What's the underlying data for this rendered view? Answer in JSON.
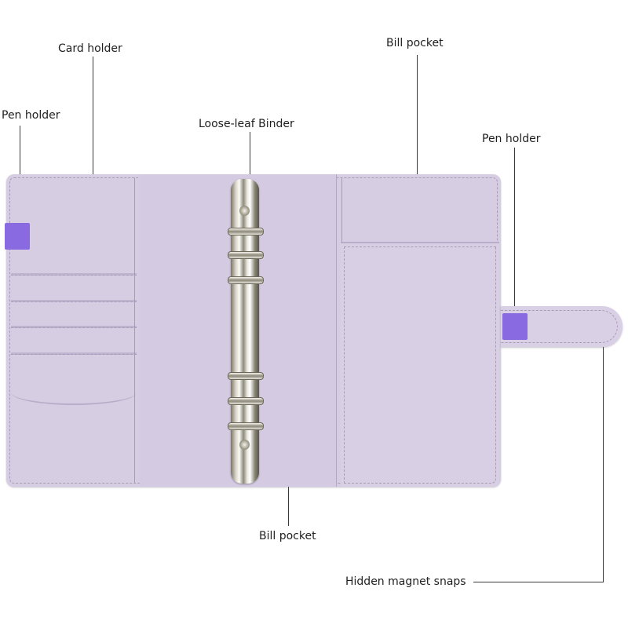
{
  "annotations": {
    "card_holder": "Card holder",
    "pen_holder_left": "Pen holder",
    "loose_leaf_binder": "Loose-leaf Binder",
    "bill_pocket_top": "Bill pocket",
    "pen_holder_right": "Pen holder",
    "bill_pocket_bottom": "Bill pocket",
    "hidden_magnet_snaps": "Hidden magnet snaps"
  },
  "product": {
    "color": "#d6cde3",
    "accent": "#8a6ae0",
    "ring_count": 6
  }
}
